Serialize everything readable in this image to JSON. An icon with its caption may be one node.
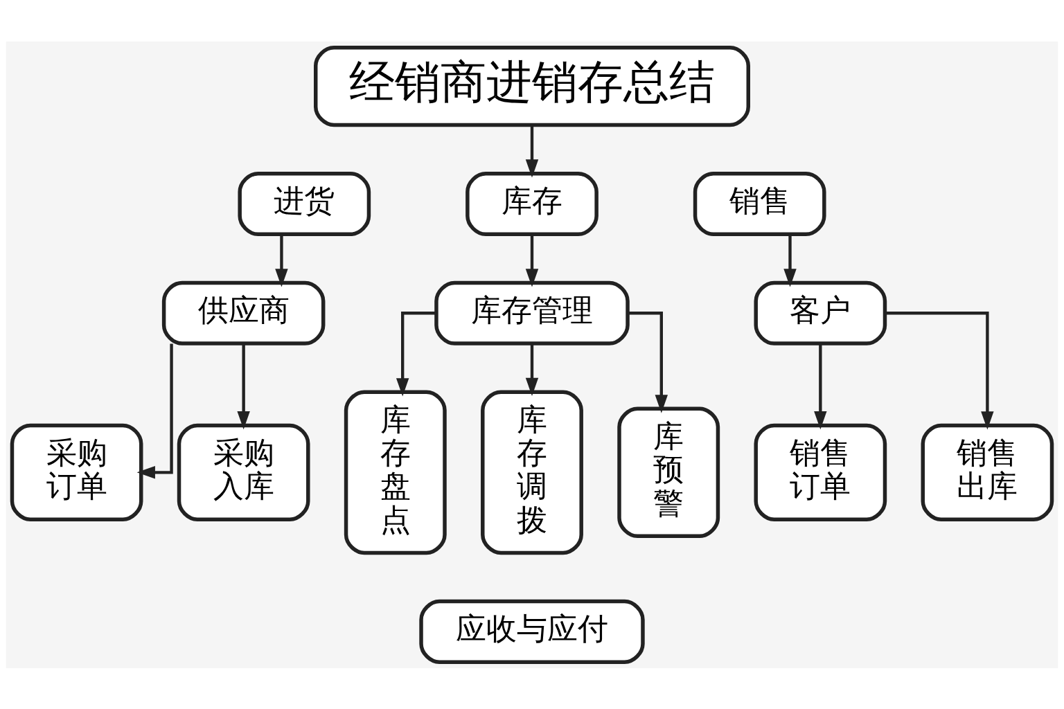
{
  "diagram": {
    "nodes": [
      {
        "text": [
          "经销商进销存总结"
        ]
      },
      {
        "text": [
          "进货"
        ]
      },
      {
        "text": [
          "库存"
        ]
      },
      {
        "text": [
          "销售"
        ]
      },
      {
        "text": [
          "供应商"
        ]
      },
      {
        "text": [
          "库存管理"
        ]
      },
      {
        "text": [
          "客户"
        ]
      },
      {
        "text": [
          "采购订单"
        ]
      },
      {
        "text": [
          "采购入库"
        ]
      },
      {
        "text": [
          "库存盘点"
        ]
      },
      {
        "text": [
          "库存调拨"
        ]
      },
      {
        "text": [
          "库预警"
        ]
      },
      {
        "text": [
          "销售订单"
        ]
      },
      {
        "text": [
          "销售出库"
        ]
      },
      {
        "text": [
          "应收与应付"
        ]
      }
    ],
    "edges": [
      {
        "from": 0,
        "to": 2,
        "arrow": "to"
      },
      {
        "from": 1,
        "to": 4,
        "arrow": "to"
      },
      {
        "from": 2,
        "to": 5,
        "arrow": "to"
      },
      {
        "from": 3,
        "to": 6,
        "arrow": "to"
      },
      {
        "from": 4,
        "to": 7,
        "arrow": "to"
      },
      {
        "from": 4,
        "to": 8,
        "arrow": "to"
      },
      {
        "from": 5,
        "to": 9,
        "arrow": "to"
      },
      {
        "from": 5,
        "to": 10,
        "arrow": "to"
      },
      {
        "from": 5,
        "to": 11,
        "arrow": "to"
      },
      {
        "from": 6,
        "to": 12,
        "arrow": "to"
      },
      {
        "from": 6,
        "to": 13,
        "arrow": "to"
      }
    ]
  }
}
